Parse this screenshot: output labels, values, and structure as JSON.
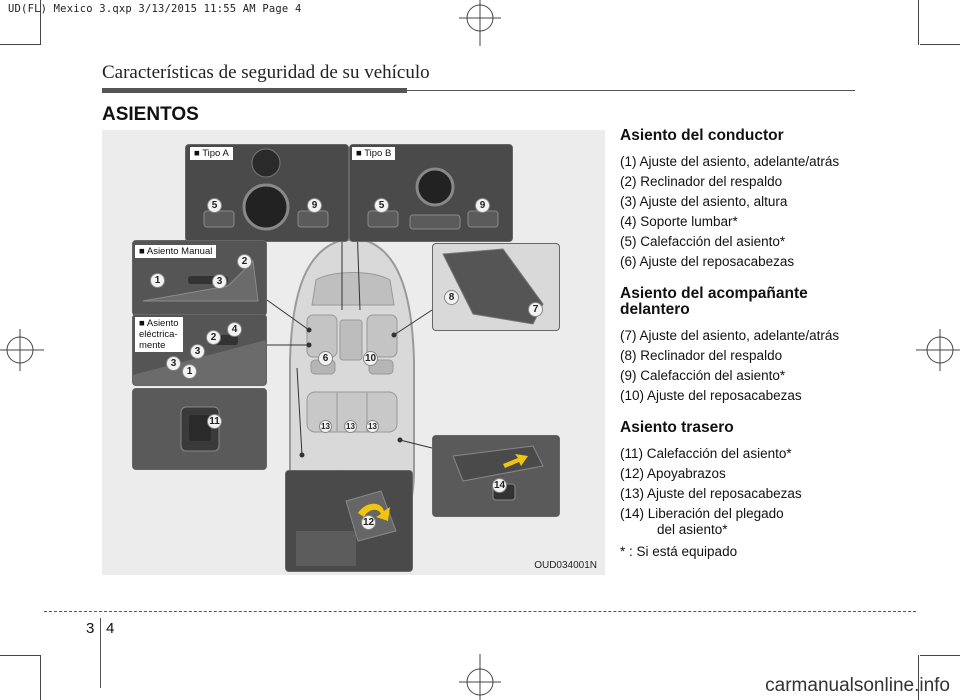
{
  "print_header": "UD(FL) Mexico 3.qxp  3/13/2015  11:55 AM  Page 4",
  "section_title": "Características de seguridad de su vehículo",
  "page_heading": "ASIENTOS",
  "figure": {
    "code": "OUD034001N",
    "labels": {
      "tipo_a": "■ Tipo A",
      "tipo_b": "■ Tipo B",
      "asiento_manual": "■ Asiento Manual",
      "asiento_electrico": "■ Asiento\n   eléctrica-\n   mente"
    },
    "callouts": [
      "5",
      "9",
      "5",
      "9",
      "1",
      "2",
      "3",
      "2",
      "4",
      "3",
      "3",
      "1",
      "8",
      "7",
      "6",
      "10",
      "11",
      "13",
      "13",
      "13",
      "14",
      "12"
    ]
  },
  "sections": [
    {
      "heading": "Asiento del conductor",
      "items": [
        "(1) Ajuste del asiento, adelante/atrás",
        "(2) Reclinador del respaldo",
        "(3) Ajuste del asiento, altura",
        "(4) Soporte lumbar*",
        "(5) Calefacción del asiento*",
        "(6) Ajuste del reposacabezas"
      ]
    },
    {
      "heading": "Asiento del acompañante delantero",
      "items": [
        "(7) Ajuste del asiento, adelante/atrás",
        "(8) Reclinador del respaldo",
        "(9) Calefacción del asiento*",
        "(10) Ajuste del reposacabezas"
      ]
    },
    {
      "heading": "Asiento trasero",
      "items": [
        "(11) Calefacción del asiento*",
        "(12) Apoyabrazos",
        "(13) Ajuste del reposacabezas",
        "(14) Liberación del plegado",
        "del asiento*"
      ],
      "footnote": "* : Si está equipado"
    }
  ],
  "page_number": {
    "chapter": "3",
    "page": "4"
  },
  "watermark": "carmanualsonline.info"
}
